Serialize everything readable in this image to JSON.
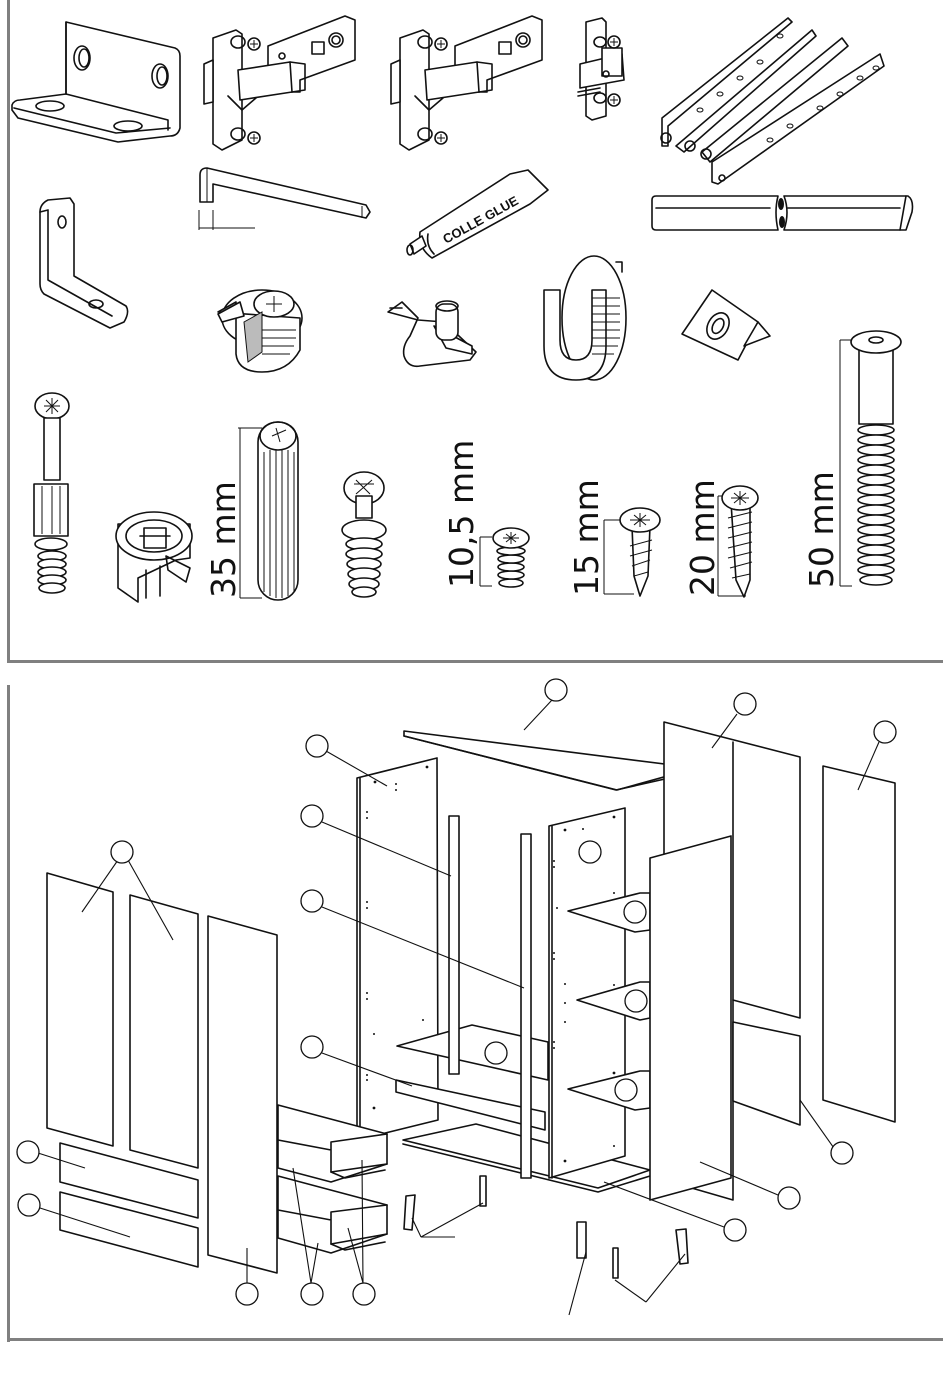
{
  "hardware_panel": {
    "glue_tube_label": "COLLE GLUE",
    "dimensions": {
      "dowel": "35 mm",
      "euro_screw": "10,5 mm",
      "screw_short": "15 mm",
      "screw_medium": "20 mm",
      "bolt_long": "50 mm"
    },
    "parts": [
      {
        "name": "angle-bracket-large"
      },
      {
        "name": "concealed-hinge-a"
      },
      {
        "name": "concealed-hinge-b"
      },
      {
        "name": "hinge-mounting-plate"
      },
      {
        "name": "drawer-runners"
      },
      {
        "name": "hex-key"
      },
      {
        "name": "glue-tube"
      },
      {
        "name": "hanging-rail"
      },
      {
        "name": "angle-bracket-small"
      },
      {
        "name": "cam-lock"
      },
      {
        "name": "shelf-support"
      },
      {
        "name": "rail-support"
      },
      {
        "name": "corner-block"
      },
      {
        "name": "connector-bolt"
      },
      {
        "name": "cam-housing"
      },
      {
        "name": "wooden-dowel"
      },
      {
        "name": "cam-stud"
      },
      {
        "name": "euro-screw"
      },
      {
        "name": "wood-screw-15"
      },
      {
        "name": "wood-screw-20"
      },
      {
        "name": "long-bolt-50"
      }
    ]
  },
  "assembly_panel": {
    "callout_count": 22
  },
  "colors": {
    "frame": "#808080",
    "line": "#111111",
    "background": "#ffffff"
  }
}
